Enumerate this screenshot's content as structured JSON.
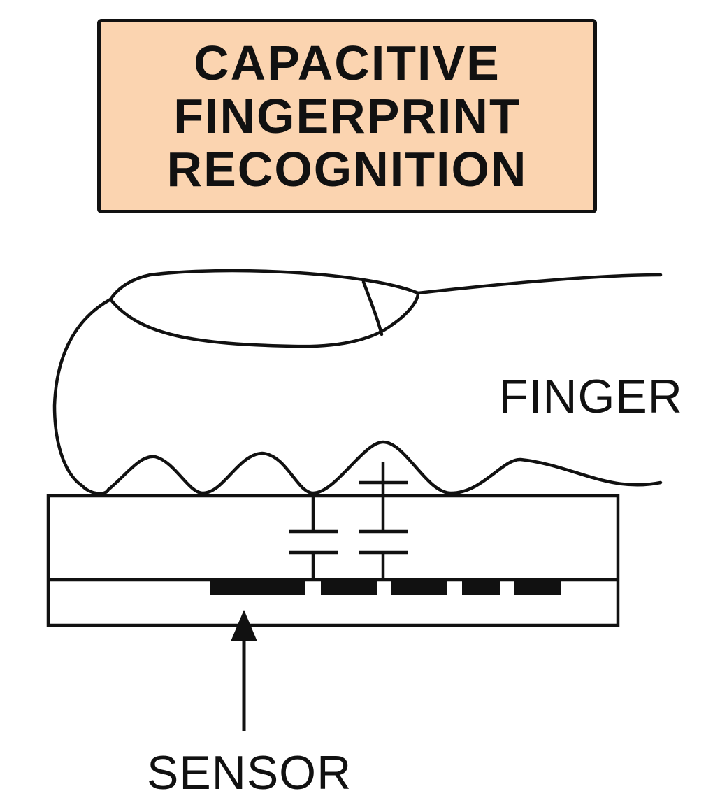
{
  "title": {
    "lines": [
      "CAPACITIVE",
      "FINGERPRINT",
      "RECOGNITION"
    ]
  },
  "labels": {
    "finger": "FINGER",
    "sensor": "SENSOR"
  },
  "colors": {
    "title_background": "#fbd4b0",
    "stroke": "#111111"
  }
}
